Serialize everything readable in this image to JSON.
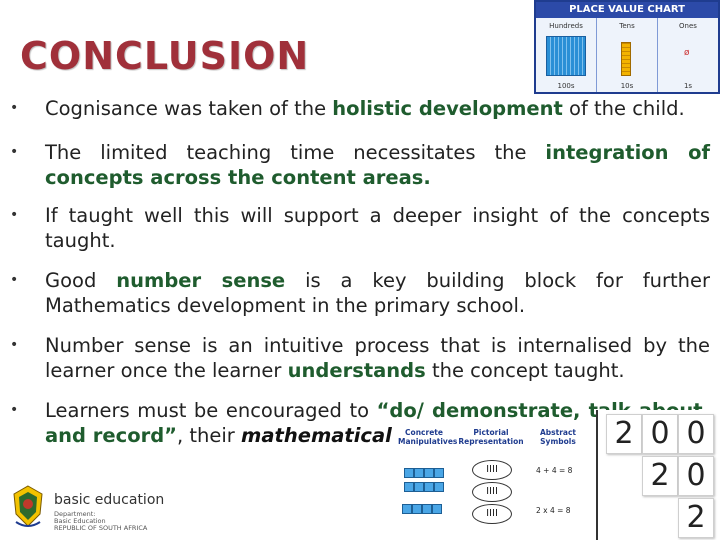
{
  "title": "CONCLUSION",
  "pv_chart": {
    "header": "PLACE VALUE CHART",
    "columns": [
      {
        "label": "Hundreds",
        "footer": "100s"
      },
      {
        "label": "Tens",
        "footer": "10s"
      },
      {
        "label": "Ones",
        "footer": "1s"
      }
    ],
    "ones_mark": "ø"
  },
  "bullets": [
    {
      "before": "Cognisance was taken of the ",
      "em": "holistic development",
      "after": " of the child."
    },
    {
      "before": "The limited teaching time necessitates the ",
      "em": "integration of concepts across the content areas.",
      "after": ""
    },
    {
      "before": "If taught well this will support a deeper insight of the concepts taught.",
      "em": "",
      "after": ""
    },
    {
      "before": "Good ",
      "em": "number sense",
      "after": " is a key building block for further Mathematics development in the primary school."
    },
    {
      "before": "Number sense is an intuitive process that is internalised by the learner once the learner ",
      "em": "understands",
      "after": " the concept taught."
    },
    {
      "before": "Learners must be encouraged to ",
      "em": "“do/ demonstrate, talk about, and record”",
      "after": ", their ",
      "em2": "mathematical thinking",
      "after2": "."
    }
  ],
  "manipulatives": {
    "labels": [
      "Concrete Manipulatives",
      "Pictorial Representation",
      "Abstract Symbols"
    ],
    "circles": [
      "IIII",
      "IIII",
      "IIII"
    ],
    "equations": [
      "4 + 4 = 8",
      "2 x 4 = 8"
    ]
  },
  "digit_cards": {
    "rows": [
      [
        "2",
        "0",
        "0"
      ],
      [
        "2",
        "0"
      ],
      [
        "2"
      ]
    ]
  },
  "logo": {
    "name": "basic education",
    "sub_lines": [
      "Department:",
      "Basic Education",
      "REPUBLIC OF SOUTH AFRICA"
    ]
  }
}
